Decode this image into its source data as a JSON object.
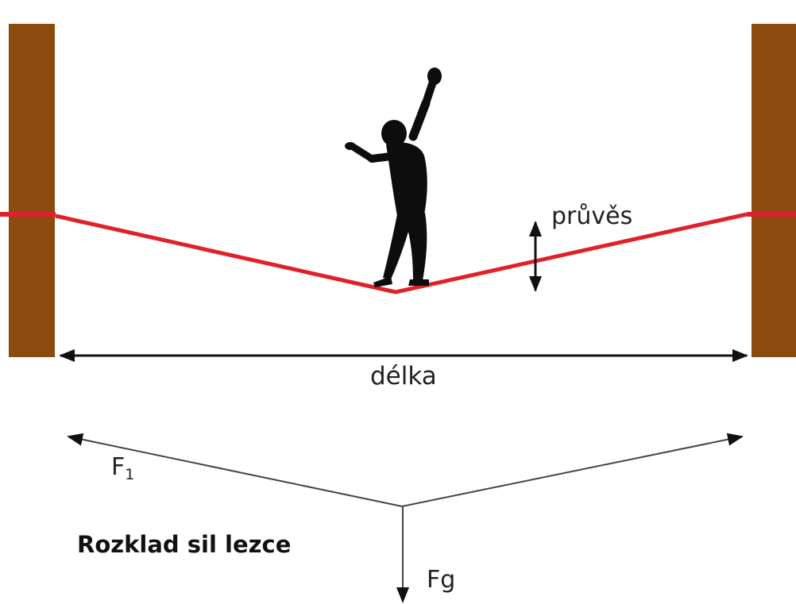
{
  "labels": {
    "sag": "průvěs",
    "length": "délka",
    "force_f1_main": "F",
    "force_f1_sub": "1",
    "force_fg": "Fg",
    "caption": "Rozklad sil lezce"
  },
  "colors": {
    "post": "#8B4A0E",
    "rope": "#E0202A",
    "ink": "#222222",
    "figure": "#0d0d0d"
  }
}
